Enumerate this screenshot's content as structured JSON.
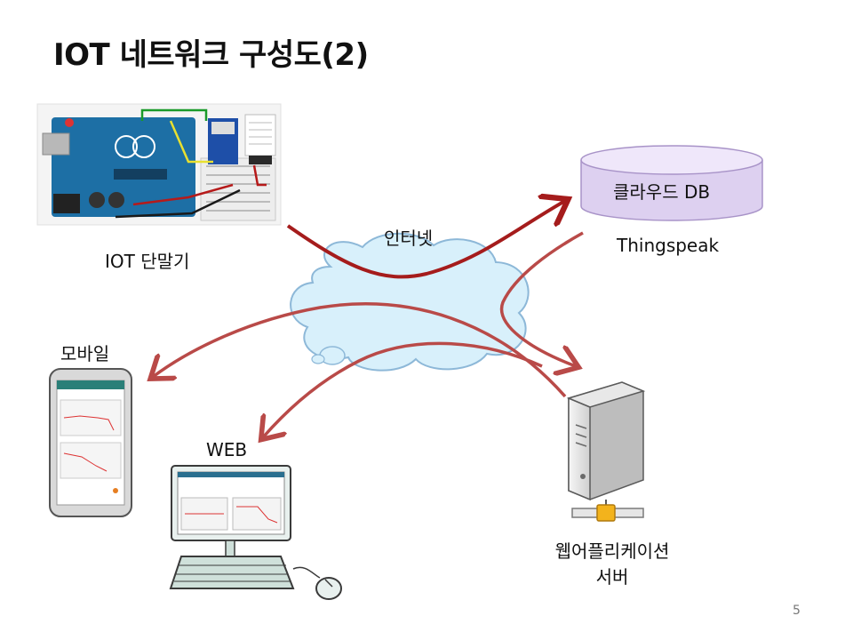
{
  "slide": {
    "title": "IOT 네트워크 구성도(2)",
    "page_number": "5"
  },
  "nodes": {
    "iot_device": "IOT 단말기",
    "cloud_db": "클라우드 DB",
    "cloud_db_service": "Thingspeak",
    "internet": "인터넷",
    "mobile": "모바일",
    "web": "WEB",
    "server_line1": "웹어플리케이션",
    "server_line2": "서버"
  },
  "colors": {
    "arrow_dark": "#a51c1c",
    "arrow_light": "#b94a48",
    "cloud_fill": "#d8f0fb",
    "cloud_stroke": "#8db8d8",
    "db_fill": "#ddd0f0",
    "db_top": "#efe7fa"
  }
}
